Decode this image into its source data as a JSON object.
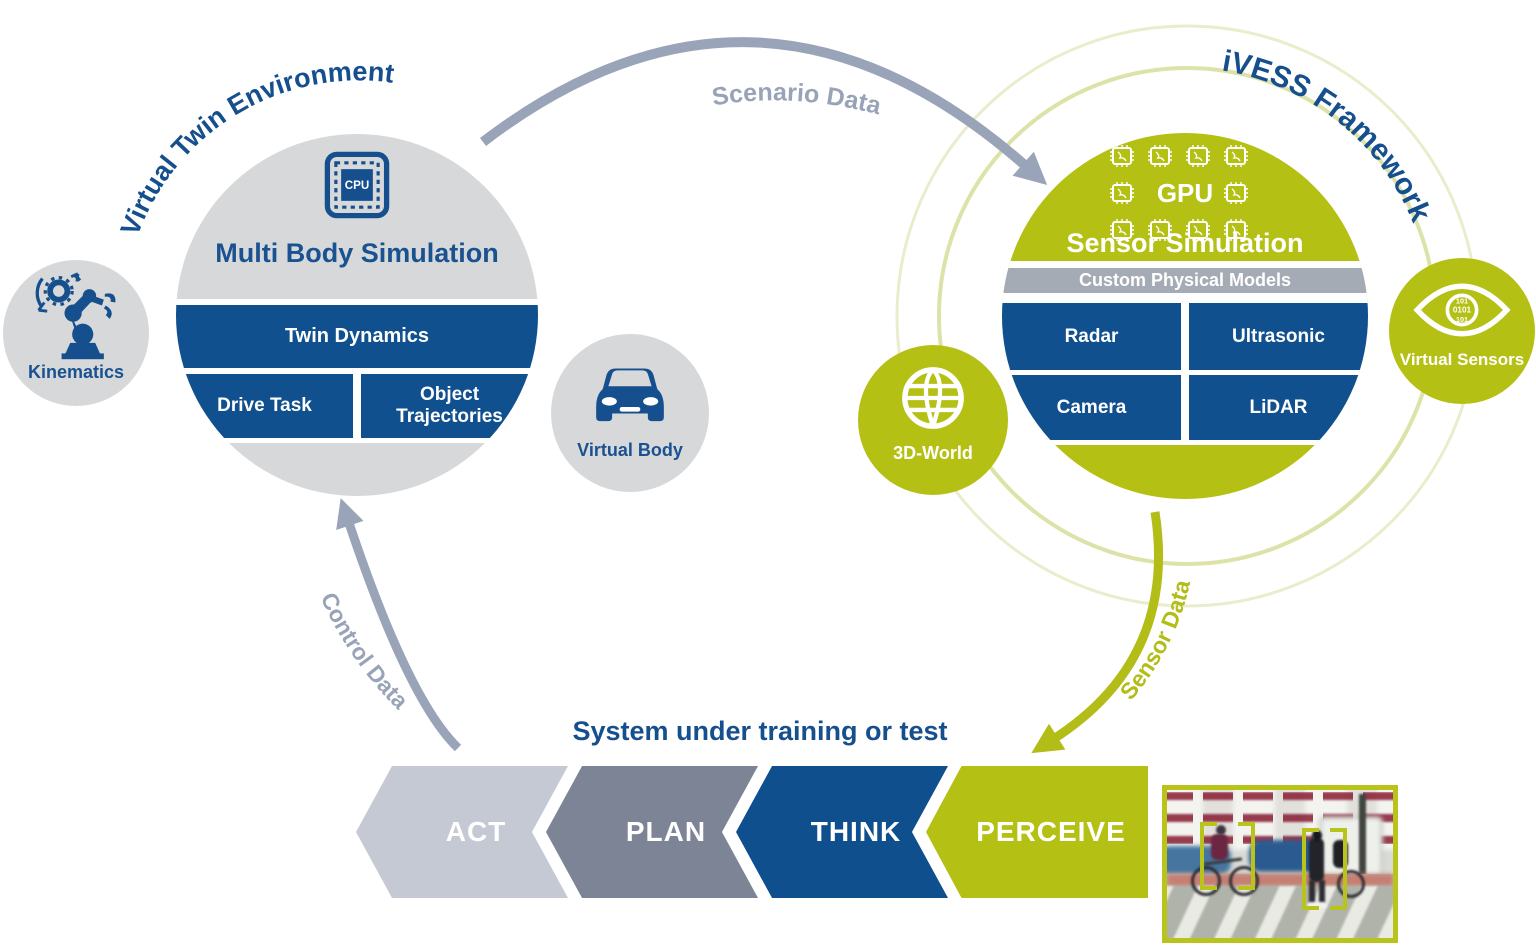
{
  "palette": {
    "blue_text": "#1a5190",
    "blue_fill": "#10508e",
    "green": "#b5c014",
    "gray_circle": "#d6d8da",
    "gray_band": "#a5abb5",
    "arrow_gray": "#9aa4b9",
    "ring_inner": "#dde3a8",
    "ring_outer": "#eaedcc",
    "chevron_colors": [
      "#c4c9d3",
      "#7d8496",
      "#0f4f8d",
      "#b5c014"
    ],
    "detection_color": "#b8c41c"
  },
  "left": {
    "arc_label": "Virtual Twin Environment",
    "cpu_label": "CPU",
    "title": "Multi Body Simulation",
    "band": "Twin Dynamics",
    "box_left": "Drive Task",
    "box_right": "Object Trajectories",
    "kinematics": "Kinematics",
    "virtual_body": "Virtual Body"
  },
  "right": {
    "arc_label": "iVESS Framework",
    "gpu_label": "GPU",
    "title": "Sensor Simulation",
    "band": "Custom Physical Models",
    "boxes": [
      "Radar",
      "Ultrasonic",
      "Camera",
      "LiDAR"
    ],
    "world": "3D-World",
    "sensors": "Virtual Sensors",
    "binary": [
      "101",
      "0101",
      "101"
    ]
  },
  "flows": {
    "scenario": "Scenario Data",
    "sensor": "Sensor Data",
    "control": "Control Data"
  },
  "system": {
    "title": "System under training or test",
    "steps": [
      "ACT",
      "PLAN",
      "THINK",
      "PERCEIVE"
    ]
  }
}
